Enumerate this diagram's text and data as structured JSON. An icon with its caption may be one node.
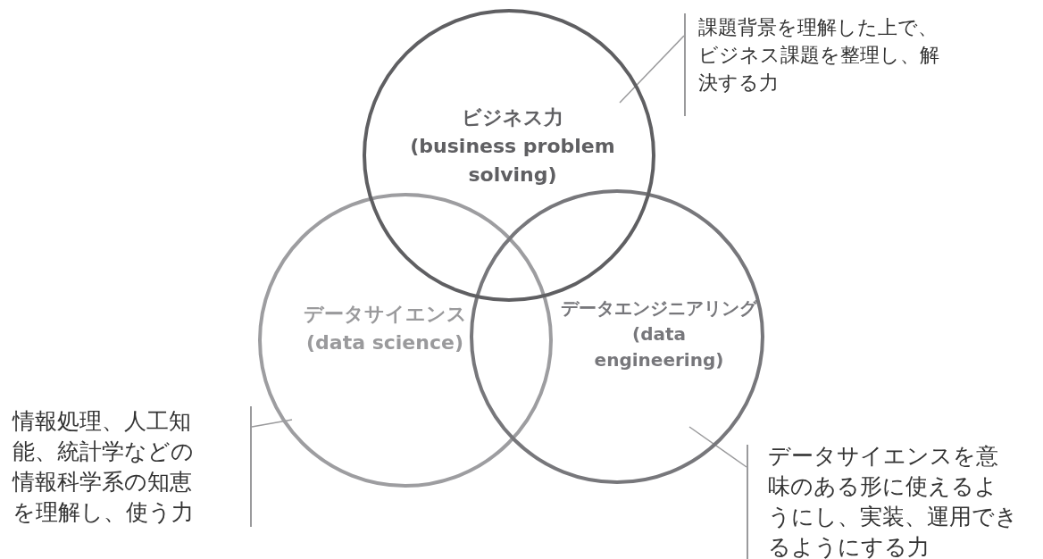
{
  "diagram": {
    "nodes": [
      {
        "text": [
          "ビジネス力",
          "(business problem solving)"
        ]
      },
      {
        "text": [
          "データサイエンス",
          "(data science)"
        ]
      },
      {
        "text": [
          "データエンジニアリング",
          "(data engineering)"
        ]
      },
      {
        "text": [
          "課題背景を理解した上で、ビジネス課題を整理し、解決する力"
        ]
      },
      {
        "text": [
          "情報処理、人工知能、統計学などの情報科学系の知恵を理解し、使う力"
        ]
      },
      {
        "text": [
          "データサイエンスを意味のある形に使えるようにし、実装、運用できるようにする力"
        ]
      }
    ],
    "edges": [
      {
        "from": 3,
        "to": 0,
        "arrow": "none"
      },
      {
        "from": 4,
        "to": 1,
        "arrow": "none"
      },
      {
        "from": 5,
        "to": 2,
        "arrow": "none"
      }
    ]
  }
}
